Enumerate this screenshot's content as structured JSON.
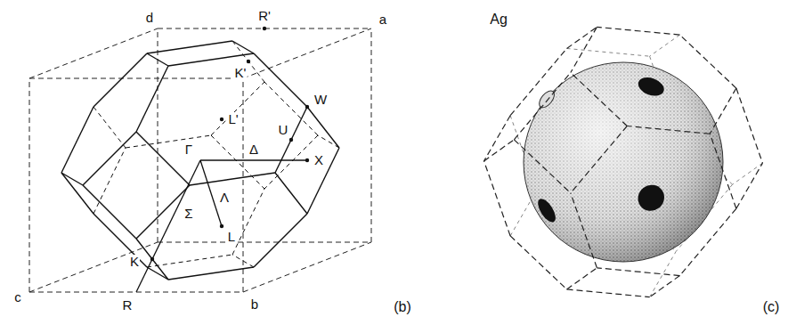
{
  "diagram": {
    "labels": [
      "(b)",
      "d",
      "R'",
      "a",
      "K'",
      "L'",
      "W",
      "U",
      "Γ",
      "Δ",
      "X",
      "Λ",
      "Σ",
      "L",
      "K",
      "R",
      "c",
      "b",
      "Ag",
      "(c)"
    ]
  }
}
